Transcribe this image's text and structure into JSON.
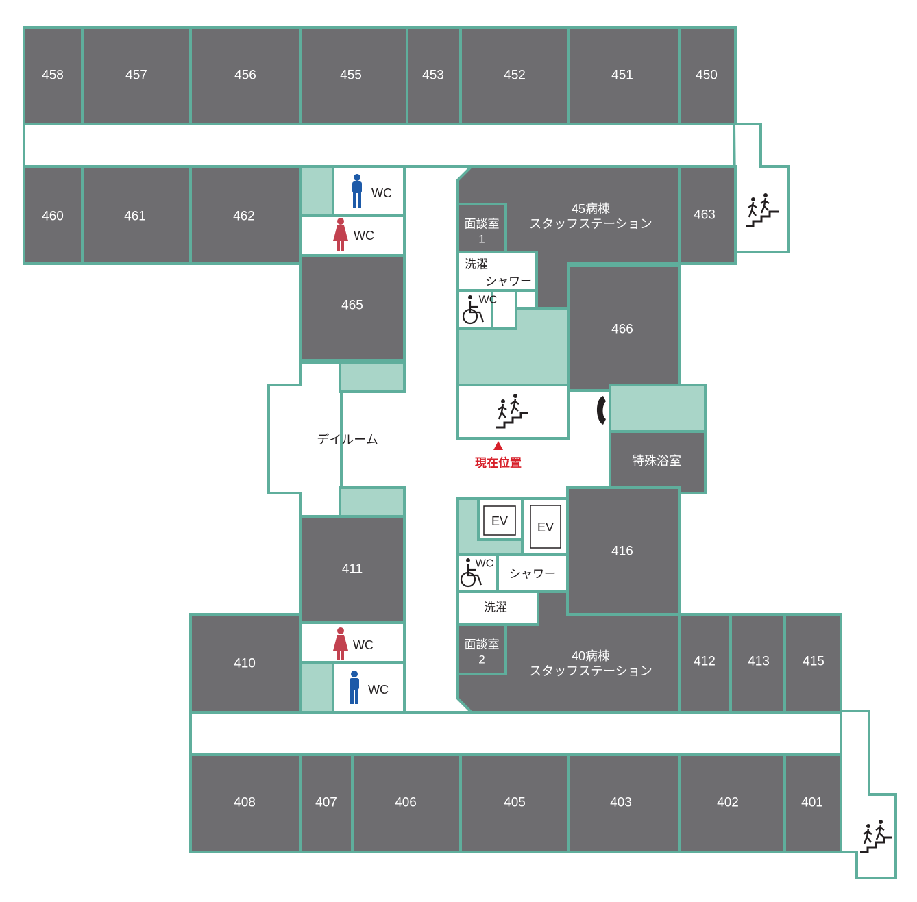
{
  "rooms": {
    "r458": "458",
    "r457": "457",
    "r456": "456",
    "r455": "455",
    "r453": "453",
    "r452": "452",
    "r451": "451",
    "r450": "450",
    "r460": "460",
    "r461": "461",
    "r462": "462",
    "r463": "463",
    "r465": "465",
    "r466": "466",
    "r411": "411",
    "r416": "416",
    "r410": "410",
    "r412": "412",
    "r413": "413",
    "r415": "415",
    "r408": "408",
    "r407": "407",
    "r406": "406",
    "r405": "405",
    "r403": "403",
    "r402": "402",
    "r401": "401"
  },
  "station45": {
    "line1": "45病棟",
    "line2": "スタッフステーション"
  },
  "station40": {
    "line1": "40病棟",
    "line2": "スタッフステーション"
  },
  "interview1": {
    "line1": "面談室",
    "line2": "1"
  },
  "interview2": {
    "line1": "面談室",
    "line2": "2"
  },
  "labels": {
    "wc": "WC",
    "laundry": "洗濯",
    "shower": "シャワー",
    "dayroom": "デイルーム",
    "special_bath": "特殊浴室",
    "ev": "EV",
    "current_location": "現在位置"
  },
  "colors": {
    "room": "#6e6d70",
    "wall": "#5fae9c",
    "mint": "#a9d5c8",
    "male": "#1d5aa8",
    "female": "#c2414f",
    "marker": "#d7202a"
  }
}
